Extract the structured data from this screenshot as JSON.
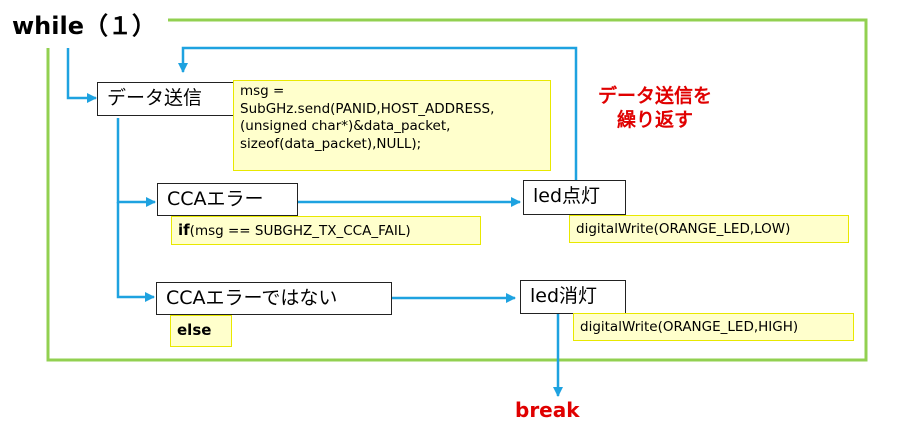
{
  "loop": {
    "title": "while（１）",
    "color": "#92d050"
  },
  "flow_color": "#1ea2e0",
  "boxes": {
    "send": "データ送信",
    "cca_error": "CCAエラー",
    "no_cca_error": "CCAエラーではない",
    "led_on": "led点灯",
    "led_off": "led消灯"
  },
  "code": {
    "send_lines": "msg =\nSubGHz.send(PANID,HOST_ADDRESS,\n(unsigned char*)&data_packet,\nsizeof(data_packet),NULL);",
    "if_keyword": "if",
    "if_condition": "(msg == SUBGHZ_TX_CCA_FAIL)",
    "else_keyword": "else",
    "led_low": "digitalWrite(ORANGE_LED,LOW)",
    "led_high": "digitalWrite(ORANGE_LED,HIGH)"
  },
  "notes": {
    "repeat_line1": "データ送信を",
    "repeat_line2": "繰り返す",
    "break": "break"
  }
}
